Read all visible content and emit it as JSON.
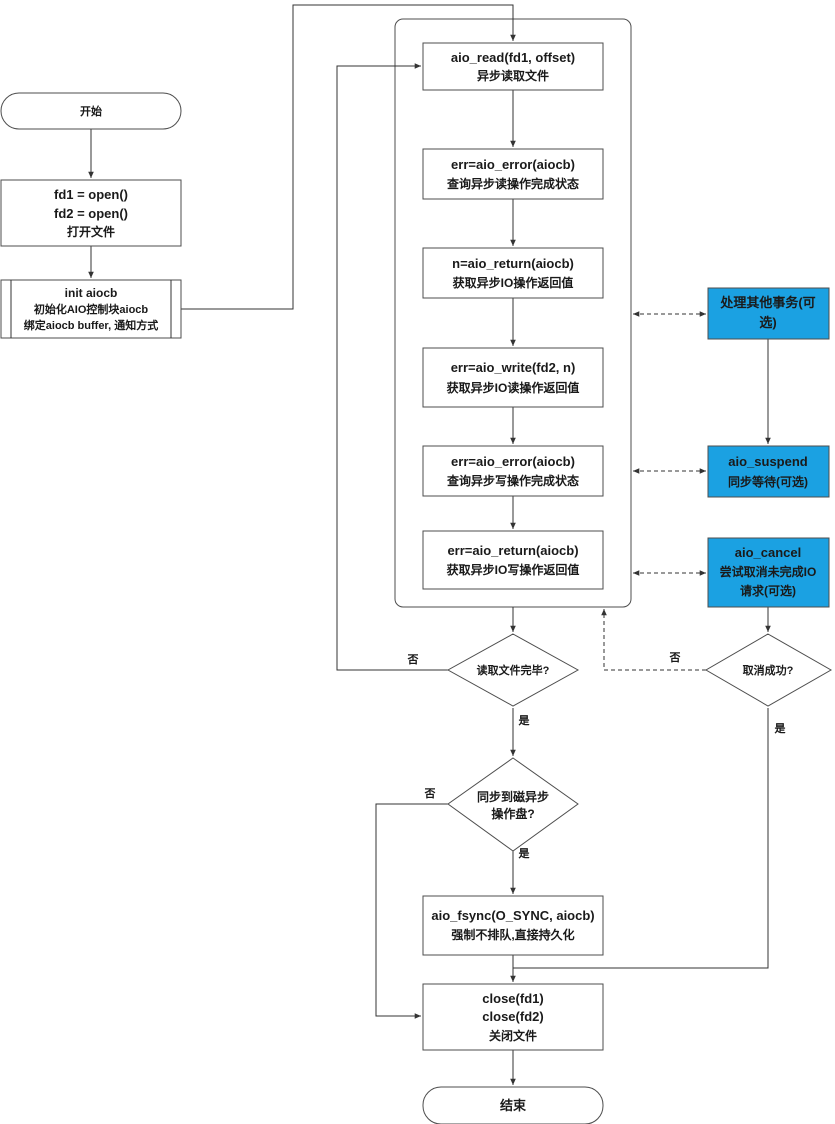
{
  "nodes": {
    "start": "开始",
    "open": [
      "fd1 = open()",
      "fd2 = open()",
      "打开文件"
    ],
    "init": [
      "init aiocb",
      "初始化AIO控制块aiocb",
      "绑定aiocb buffer, 通知方式"
    ],
    "read": [
      "aio_read(fd1, offset)",
      "异步读取文件"
    ],
    "err_read": [
      "err=aio_error(aiocb)",
      "查询异步读操作完成状态"
    ],
    "ret_read": [
      "n=aio_return(aiocb)",
      "获取异步IO操作返回值"
    ],
    "write": [
      "err=aio_write(fd2, n)",
      "获取异步IO读操作返回值"
    ],
    "err_write": [
      "err=aio_error(aiocb)",
      "查询异步写操作完成状态"
    ],
    "ret_write": [
      "err=aio_return(aiocb)",
      "获取异步IO写操作返回值"
    ],
    "other": [
      "处理其他事务(可",
      "选)"
    ],
    "suspend": [
      "aio_suspend",
      "同步等待(可选)"
    ],
    "cancel": [
      "aio_cancel",
      "尝试取消未完成IO",
      "请求(可选)"
    ],
    "read_done": "读取文件完毕?",
    "cancel_ok": "取消成功?",
    "sync_q": [
      "同步到磁异步",
      "操作盘?"
    ],
    "fsync": [
      "aio_fsync(O_SYNC, aiocb)",
      "强制不排队,直接持久化"
    ],
    "close": [
      "close(fd1)",
      "close(fd2)",
      "关闭文件"
    ],
    "end": "结束"
  },
  "labels": {
    "no_read": "否",
    "yes_read": "是",
    "no_cancel": "否",
    "yes_cancel": "是",
    "no_sync": "否",
    "yes_sync": "是"
  },
  "colors": {
    "accent": "#1ba1e2",
    "stroke": "#333333"
  }
}
